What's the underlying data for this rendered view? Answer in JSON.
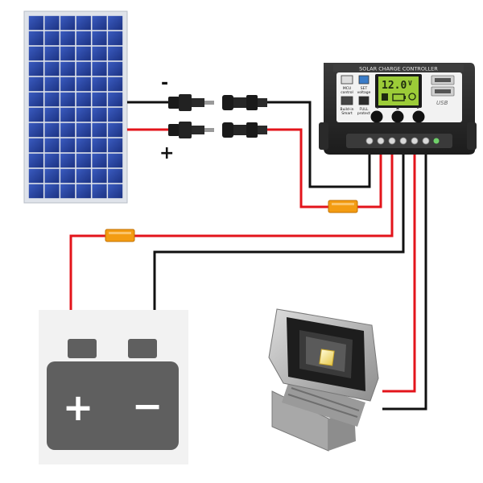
{
  "panel": {
    "minus_sign": "-",
    "plus_sign": "+"
  },
  "controller": {
    "title": "SOLAR CHARGE CONTROLLER",
    "lcd_voltage": "12.0",
    "lcd_unit": "V",
    "usb_label": "USB",
    "left_keys": [
      {
        "line1": "MCU",
        "line2": "control"
      },
      {
        "line1": "SET",
        "line2": "voltage"
      },
      {
        "line1": "Build-in",
        "line2": "Smart"
      },
      {
        "line1": "FULL",
        "line2": "protect"
      }
    ]
  },
  "battery": {
    "plus_symbol": "+",
    "minus_symbol": "−"
  },
  "colors": {
    "wire_positive": "#e3141b",
    "wire_negative": "#111111",
    "fuse": "#f39c12",
    "panel_cell": "#233f9a",
    "battery_body": "#5f5f5f",
    "controller_body": "#2b2b2b",
    "lcd": "#9ccc38"
  }
}
